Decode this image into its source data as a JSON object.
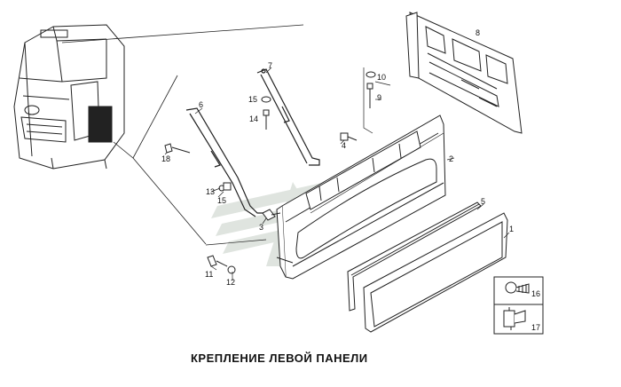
{
  "caption": "КРЕПЛЕНИЕ ЛЕВОЙ ПАНЕЛИ",
  "callouts": [
    "1",
    "2",
    "3",
    "4",
    "5",
    "6",
    "7",
    "8",
    "9",
    "10",
    "11",
    "12",
    "13",
    "14",
    "15",
    "15",
    "16",
    "17",
    "18"
  ],
  "icons": {
    "truck": "truck-cab-icon",
    "watermark": "watermark-logo-icon",
    "screw": "screw-icon",
    "clip": "clip-icon"
  },
  "colors": {
    "line": "#222222",
    "watermark": "#dfe4df"
  }
}
